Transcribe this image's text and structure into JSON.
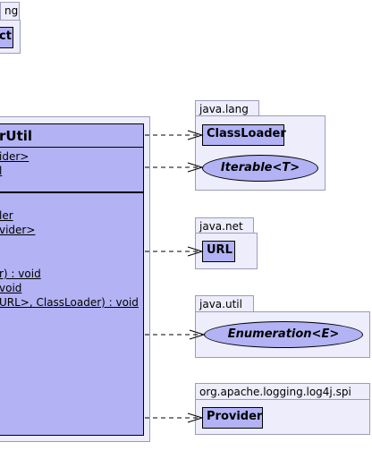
{
  "top_left": {
    "tab_label": "ng",
    "class_name": "ct"
  },
  "main_class": {
    "title": "rUtil",
    "attributes": [
      "ider>",
      "l"
    ],
    "methods": [
      "ler",
      "vider>",
      "r) : void",
      "void",
      "URL>, ClassLoader) : void"
    ]
  },
  "packages": [
    {
      "name": "java.lang",
      "elements": [
        {
          "kind": "class",
          "label": "ClassLoader"
        },
        {
          "kind": "interface",
          "label": "Iterable<T>"
        }
      ]
    },
    {
      "name": "java.net",
      "elements": [
        {
          "kind": "class",
          "label": "URL"
        }
      ]
    },
    {
      "name": "java.util",
      "elements": [
        {
          "kind": "interface",
          "label": "Enumeration<E>"
        }
      ]
    },
    {
      "name": "org.apache.logging.log4j.spi",
      "elements": [
        {
          "kind": "class",
          "label": "Provider"
        }
      ]
    }
  ]
}
